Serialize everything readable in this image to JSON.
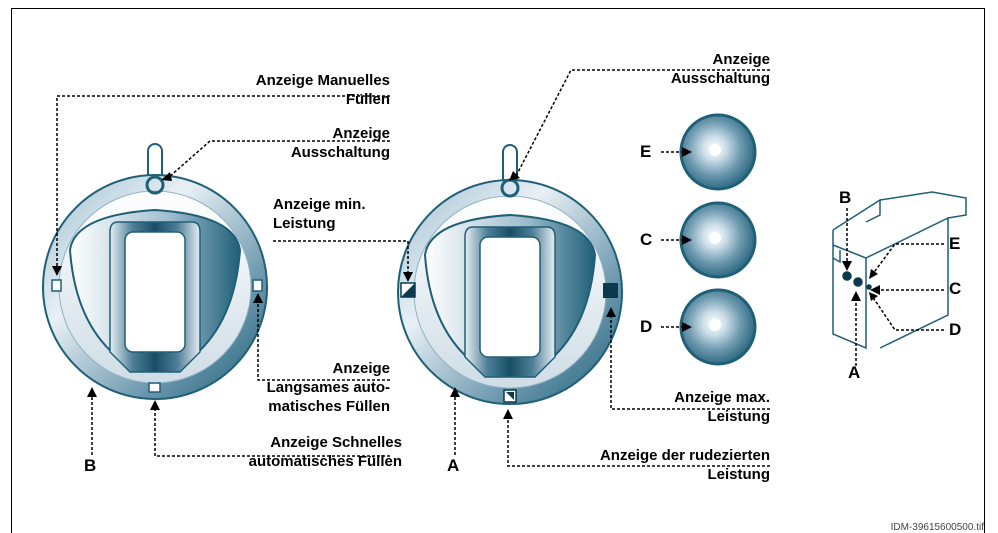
{
  "labels": {
    "left_manual_fill": "Anzeige Manuelles\nFüllen",
    "left_shutoff": "Anzeige\nAusschaltung",
    "left_slow_auto": "Anzeige\nLangsames auto-\nmatisches Füllen",
    "left_fast_auto": "Anzeige Schnelles\nautomatisches Füllen",
    "left_letter": "B",
    "mid_shutoff": "Anzeige\nAusschaltung",
    "mid_min_power": "Anzeige min.\nLeistung",
    "mid_max_power": "Anzeige max.\nLeistung",
    "mid_reduced_power": "Anzeige der rudezierten\nLeistung",
    "mid_letter": "A",
    "knob_e": "E",
    "knob_c": "C",
    "knob_d": "D",
    "panel_b": "B",
    "panel_e": "E",
    "panel_c": "C",
    "panel_d": "D",
    "panel_a": "A"
  },
  "image_code": "IDM-39615600500.tif",
  "colors": {
    "ring_dark": "#1f5f78",
    "ring_light": "#d8e6ee",
    "ink": "#000000"
  },
  "icons": [
    "selector-dial",
    "indicator-knob",
    "control-panel"
  ]
}
